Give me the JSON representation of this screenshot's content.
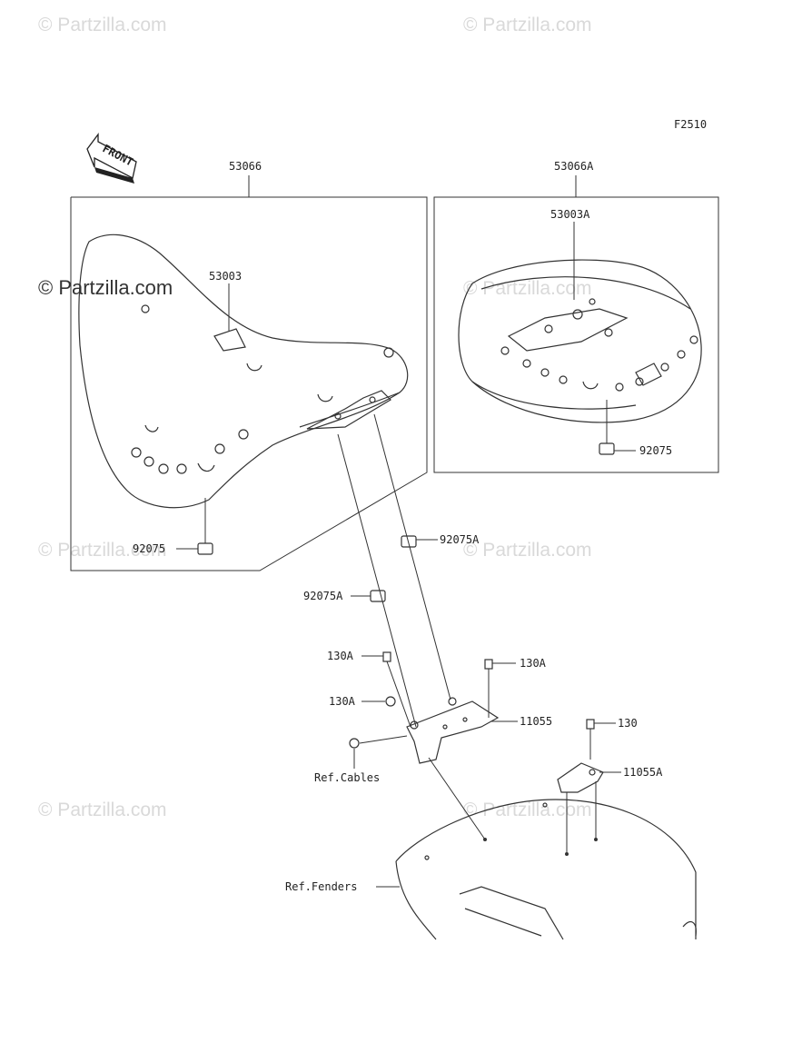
{
  "diagram_code": "F2510",
  "watermarks": {
    "main": "© Partzilla.com",
    "faint": "© Partzilla.com"
  },
  "front_label": "FRONT",
  "parts": {
    "seat_assy": "53066",
    "seat_assy_a": "53066A",
    "seat_pan": "53003",
    "seat_pan_a": "53003A",
    "damper_rear_box": "92075",
    "damper_left_box": "92075",
    "damper_a_upper": "92075A",
    "damper_a_lower": "92075A",
    "bolt_130a_top": "130A",
    "bolt_130a_right": "130A",
    "bolt_130a_mid": "130A",
    "bracket_11055": "11055",
    "bolt_130": "130",
    "bracket_11055a": "11055A",
    "ref_cables": "Ref.Cables",
    "ref_fenders": "Ref.Fenders"
  }
}
